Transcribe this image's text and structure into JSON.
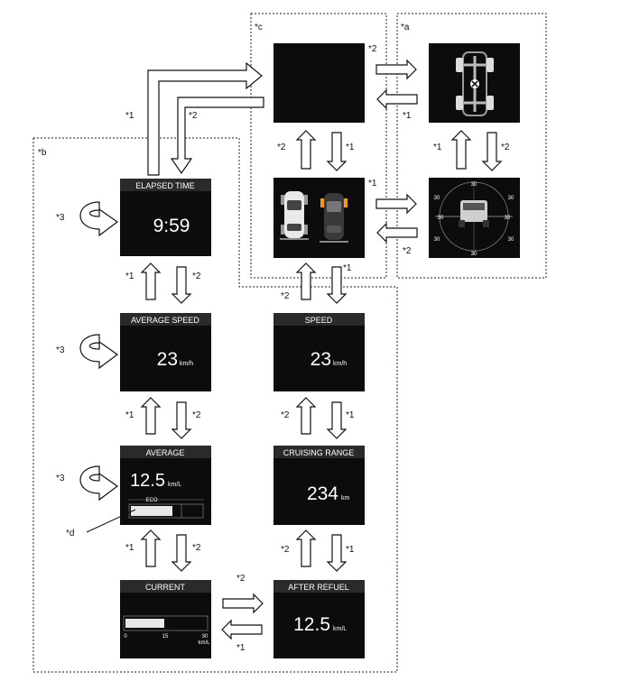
{
  "screens": {
    "elapsed_time": {
      "title": "ELAPSED TIME",
      "value": "9:59"
    },
    "average_speed": {
      "title": "AVERAGE SPEED",
      "value": "23",
      "unit": "km/h"
    },
    "average": {
      "title": "AVERAGE",
      "value": "12.5",
      "unit": "km/L",
      "eco_label": "ECO"
    },
    "current": {
      "title": "CURRENT",
      "ticks": [
        "0",
        "15",
        "30"
      ],
      "unit": "km/L"
    },
    "speed": {
      "title": "SPEED",
      "value": "23",
      "unit": "km/h"
    },
    "cruising_range": {
      "title": "CRUISING RANGE",
      "value": "234",
      "unit": "km"
    },
    "after_refuel": {
      "title": "AFTER REFUEL",
      "value": "12.5",
      "unit": "km/L"
    },
    "inclinometer": {
      "angles": [
        "30",
        "30",
        "30",
        "30",
        "30",
        "30",
        "30",
        "30"
      ]
    }
  },
  "regions": {
    "a": "*a",
    "b": "*b",
    "c": "*c"
  },
  "callouts": {
    "d": "*d"
  },
  "markers": {
    "one": "*1",
    "two": "*2",
    "three": "*3"
  }
}
